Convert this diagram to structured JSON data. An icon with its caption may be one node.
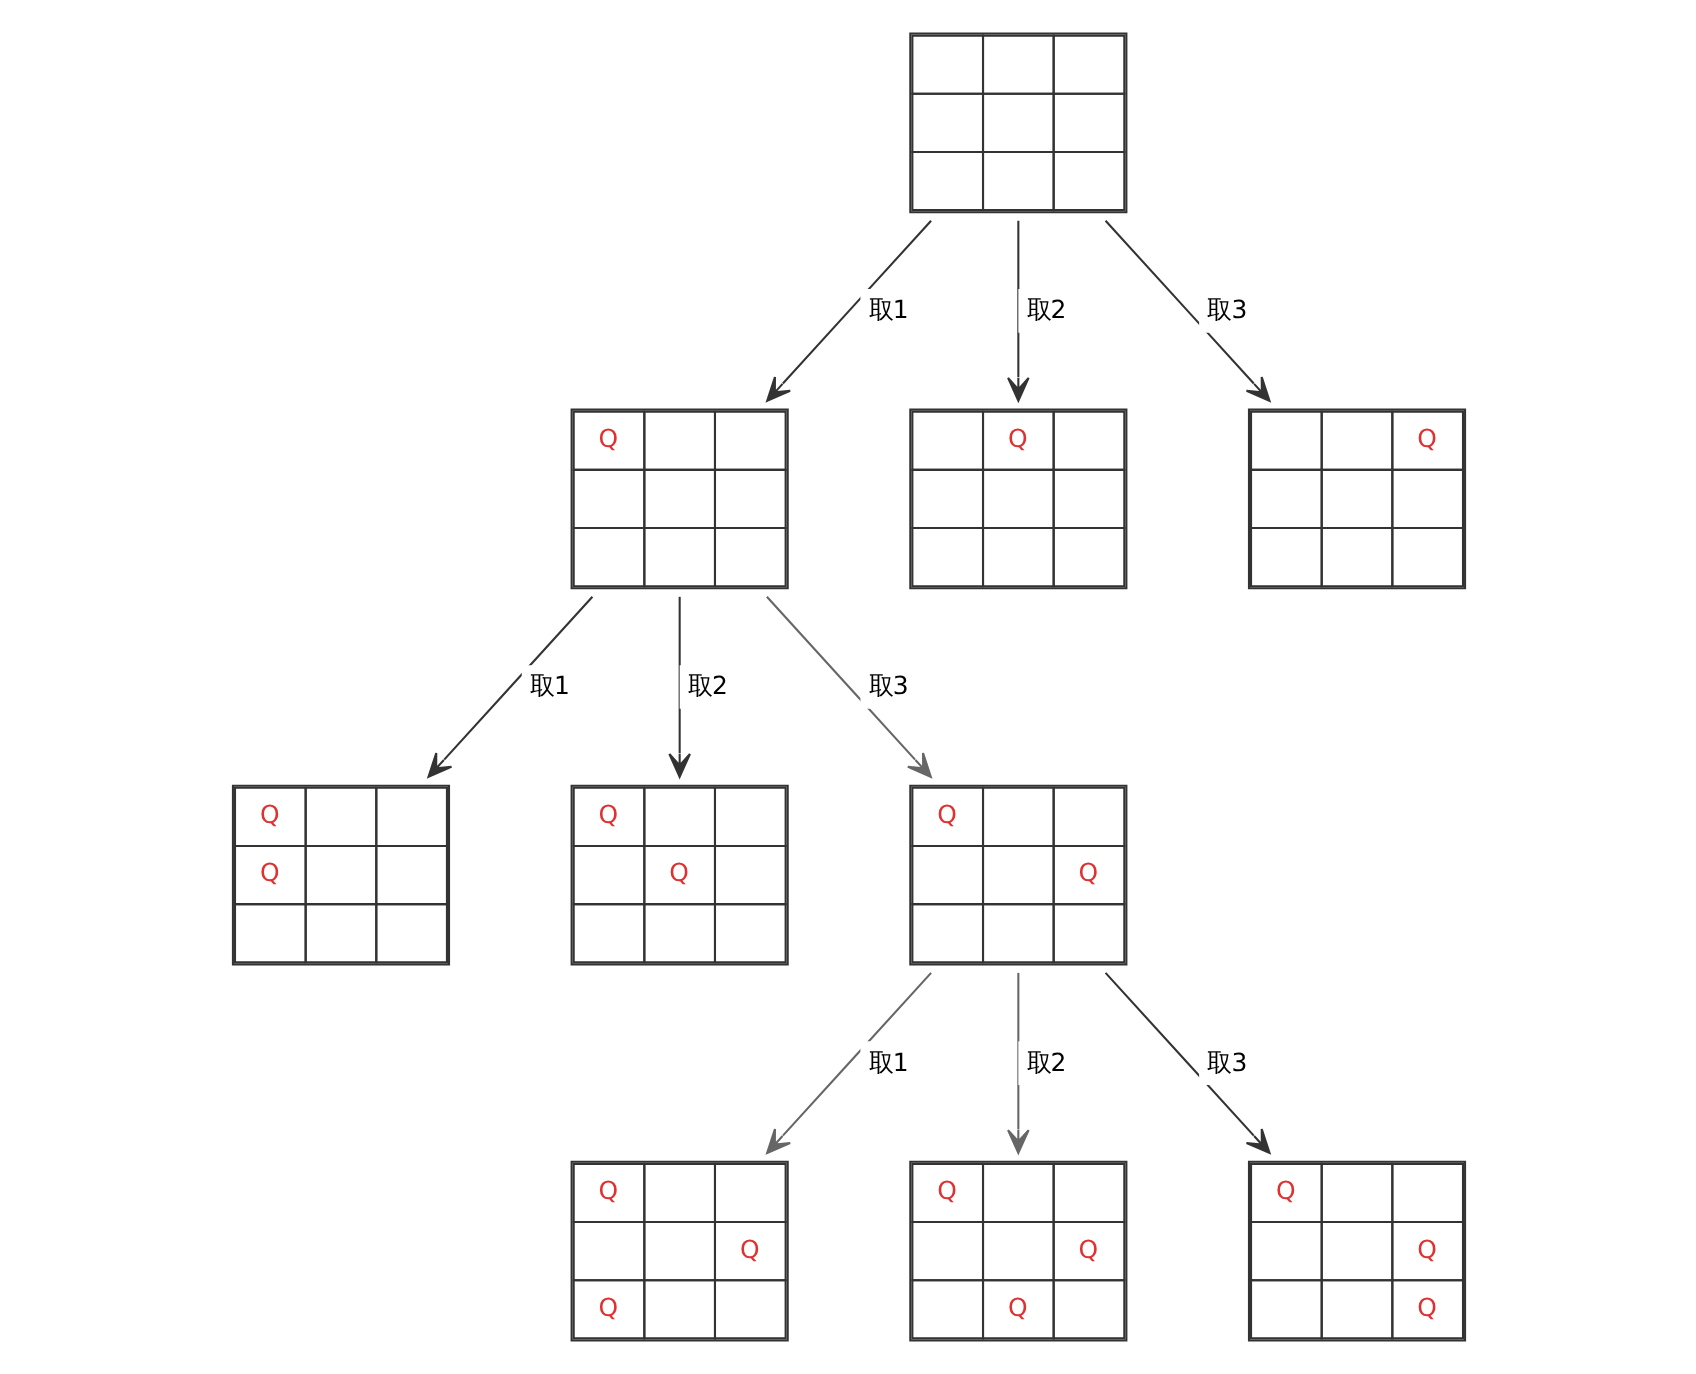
{
  "diagram": {
    "nodes": [
      {
        "text": [],
        "shape": "box"
      },
      {
        "text": [
          "Q"
        ]
      },
      {
        "text": [
          "Q"
        ]
      },
      {
        "text": [
          "Q"
        ]
      },
      {
        "text": [
          "Q",
          "Q"
        ]
      },
      {
        "text": [
          "Q",
          "Q"
        ]
      },
      {
        "text": [
          "Q",
          "Q"
        ]
      },
      {
        "text": [
          "Q",
          "Q",
          "Q"
        ]
      },
      {
        "text": [
          "Q",
          "Q",
          "Q"
        ]
      },
      {
        "text": [
          "Q",
          "Q",
          "Q"
        ]
      }
    ],
    "edges": [
      {
        "from": 0,
        "to": 1,
        "arrow": "to",
        "label": "取1"
      },
      {
        "from": 0,
        "to": 2,
        "arrow": "to",
        "label": "取2"
      },
      {
        "from": 0,
        "to": 3,
        "arrow": "to",
        "label": "取3"
      },
      {
        "from": 1,
        "to": 4,
        "arrow": "to",
        "label": "取1"
      },
      {
        "from": 1,
        "to": 5,
        "arrow": "to",
        "label": "取2"
      },
      {
        "from": 1,
        "to": 6,
        "arrow": "to",
        "label": "取3",
        "color": "#666666"
      },
      {
        "from": 6,
        "to": 7,
        "arrow": "to",
        "label": "取1",
        "color": "#666666"
      },
      {
        "from": 6,
        "to": 8,
        "arrow": "to",
        "label": "取2",
        "color": "#666666"
      },
      {
        "from": 6,
        "to": 9,
        "arrow": "to",
        "label": "取3"
      }
    ]
  }
}
